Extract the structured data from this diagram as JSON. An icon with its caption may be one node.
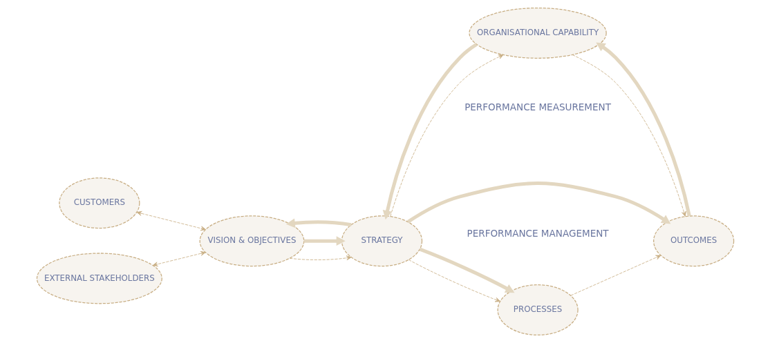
{
  "diagram": {
    "nodes": [
      {
        "text": [
          "CUSTOMERS"
        ]
      },
      {
        "text": [
          "VISION & OBJECTIVES"
        ]
      },
      {
        "text": [
          "EXTERNAL STAKEHOLDERS"
        ]
      },
      {
        "text": [
          "STRATEGY"
        ]
      },
      {
        "text": [
          "PROCESSES"
        ]
      },
      {
        "text": [
          "ORGANISATIONAL CAPABILITY"
        ]
      },
      {
        "text": [
          "OUTCOMES"
        ]
      }
    ],
    "edges": [
      {
        "from": 0,
        "to": 1,
        "arrow": "both",
        "style": "dashed"
      },
      {
        "from": 1,
        "to": 2,
        "arrow": "both",
        "style": "dashed"
      },
      {
        "from": 1,
        "to": 3,
        "arrow": "to",
        "style": "dashed"
      },
      {
        "from": 3,
        "to": 4,
        "arrow": "to",
        "style": "dashed"
      },
      {
        "from": 3,
        "to": 5,
        "arrow": "to",
        "style": "dashed"
      },
      {
        "from": 4,
        "to": 6,
        "arrow": "to",
        "style": "dashed"
      },
      {
        "from": 5,
        "to": 6,
        "arrow": "to",
        "style": "dashed"
      },
      {
        "from": 1,
        "to": 3,
        "arrow": "to",
        "style": "thick",
        "color": "#e3d7c0"
      },
      {
        "from": 3,
        "to": 4,
        "arrow": "to",
        "style": "thick",
        "color": "#e3d7c0"
      },
      {
        "from": 3,
        "to": 6,
        "arrow": "to",
        "style": "thick",
        "color": "#e3d7c0"
      },
      {
        "from": 6,
        "to": 5,
        "arrow": "to",
        "style": "thick",
        "color": "#e3d7c0"
      },
      {
        "from": 5,
        "to": 3,
        "arrow": "to",
        "style": "thick",
        "color": "#e3d7c0"
      },
      {
        "from": 3,
        "to": 1,
        "arrow": "to",
        "style": "thick",
        "color": "#e3d7c0"
      }
    ],
    "labels": [
      "PERFORMANCE MANAGEMENT",
      "PERFORMANCE MEASUREMENT"
    ]
  }
}
